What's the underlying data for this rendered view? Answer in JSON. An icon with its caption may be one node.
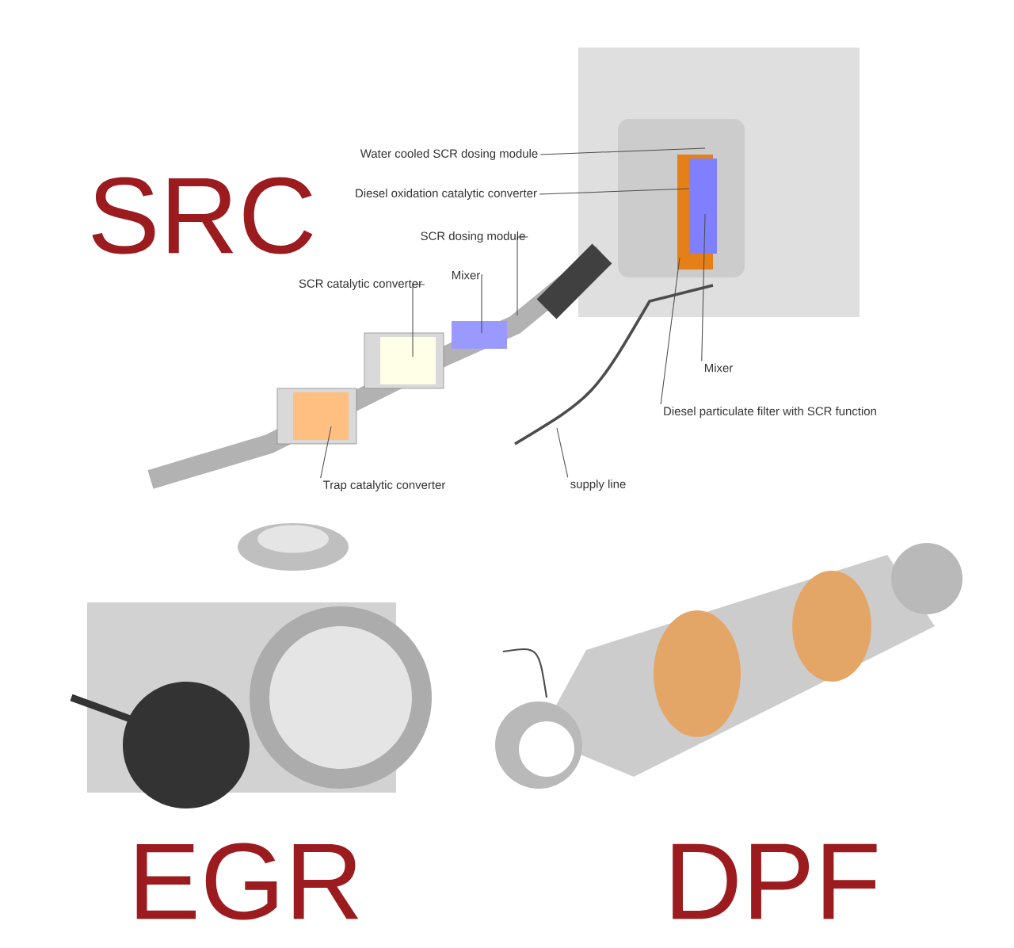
{
  "diagram": {
    "nodes": [
      {
        "text": [
          "Water cooled SCR dosing module"
        ]
      },
      {
        "text": [
          "Diesel oxidation catalytic converter"
        ]
      },
      {
        "text": [
          "SCR dosing module"
        ]
      },
      {
        "text": [
          "Mixer"
        ]
      },
      {
        "text": [
          "SCR catalytic converter"
        ]
      },
      {
        "text": [
          "Trap catalytic converter"
        ]
      },
      {
        "text": [
          "supply line"
        ]
      },
      {
        "text": [
          "Diesel particulate filter with SCR function"
        ]
      },
      {
        "text": [
          "Mixer"
        ]
      }
    ],
    "edges": [
      {
        "from": 0,
        "to": null,
        "arrow": "none"
      },
      {
        "from": 1,
        "to": null,
        "arrow": "none"
      },
      {
        "from": 2,
        "to": null,
        "arrow": "none"
      },
      {
        "from": 3,
        "to": null,
        "arrow": "none"
      },
      {
        "from": 4,
        "to": null,
        "arrow": "none"
      },
      {
        "from": 5,
        "to": null,
        "arrow": "none"
      },
      {
        "from": 6,
        "to": null,
        "arrow": "none"
      },
      {
        "from": 7,
        "to": null,
        "arrow": "none"
      },
      {
        "from": 8,
        "to": null,
        "arrow": "none"
      }
    ],
    "labels": [
      "SRC",
      "EGR",
      "DPF"
    ]
  }
}
